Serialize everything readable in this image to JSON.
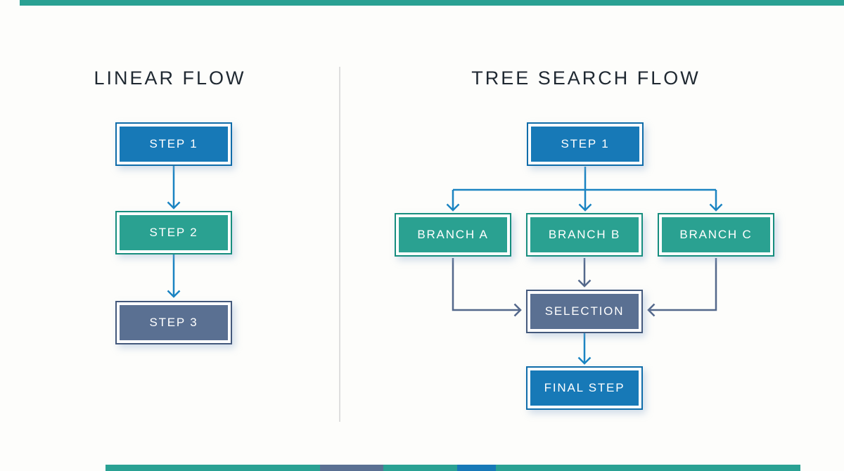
{
  "colors": {
    "background": "#fdfdfb",
    "blue_fill": "#1779b7",
    "blue_border": "#0f6ca9",
    "teal_fill": "#2aa191",
    "teal_border": "#178e7e",
    "slate_fill": "#5a7092",
    "slate_border": "#44597c",
    "arrow_blue": "#1b84c2",
    "arrow_slate": "#54688b",
    "title_text": "#1f2831",
    "divider": "#dedede",
    "edge_strip": "#2aa193",
    "node_text": "#ffffff"
  },
  "linear_panel": {
    "title": "LINEAR FLOW",
    "nodes": [
      {
        "label": "STEP 1",
        "variant": "blue"
      },
      {
        "label": "STEP 2",
        "variant": "teal"
      },
      {
        "label": "STEP 3",
        "variant": "slate"
      }
    ]
  },
  "tree_panel": {
    "title": "TREE SEARCH FLOW",
    "root": {
      "label": "STEP 1",
      "variant": "blue"
    },
    "branches": [
      {
        "label": "BRANCH A",
        "variant": "teal"
      },
      {
        "label": "BRANCH B",
        "variant": "teal"
      },
      {
        "label": "BRANCH C",
        "variant": "teal"
      }
    ],
    "selection": {
      "label": "SELECTION",
      "variant": "slate"
    },
    "final": {
      "label": "FINAL STEP",
      "variant": "blue"
    }
  }
}
